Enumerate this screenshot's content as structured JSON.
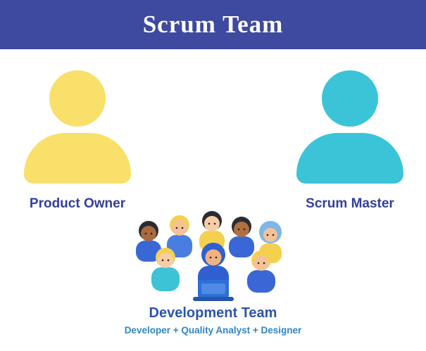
{
  "banner": {
    "title": "Scrum Team"
  },
  "roles": [
    {
      "label": "Product Owner",
      "icon": "person-icon",
      "color": "#f8e06a"
    },
    {
      "label": "Scrum Master",
      "icon": "person-icon",
      "color": "#3bc4d8"
    }
  ],
  "development_team": {
    "label": "Development Team",
    "subtitle": "Developer + Quality Analyst + Designer",
    "illustration": "group-of-people-with-laptop"
  },
  "colors": {
    "banner_bg": "#3e4a9f",
    "banner_text": "#ffffff",
    "role_label": "#333f99",
    "team_label": "#2b55ad",
    "team_subtitle": "#2e86c8",
    "product_owner_icon": "#f8e06a",
    "scrum_master_icon": "#3bc4d8"
  }
}
